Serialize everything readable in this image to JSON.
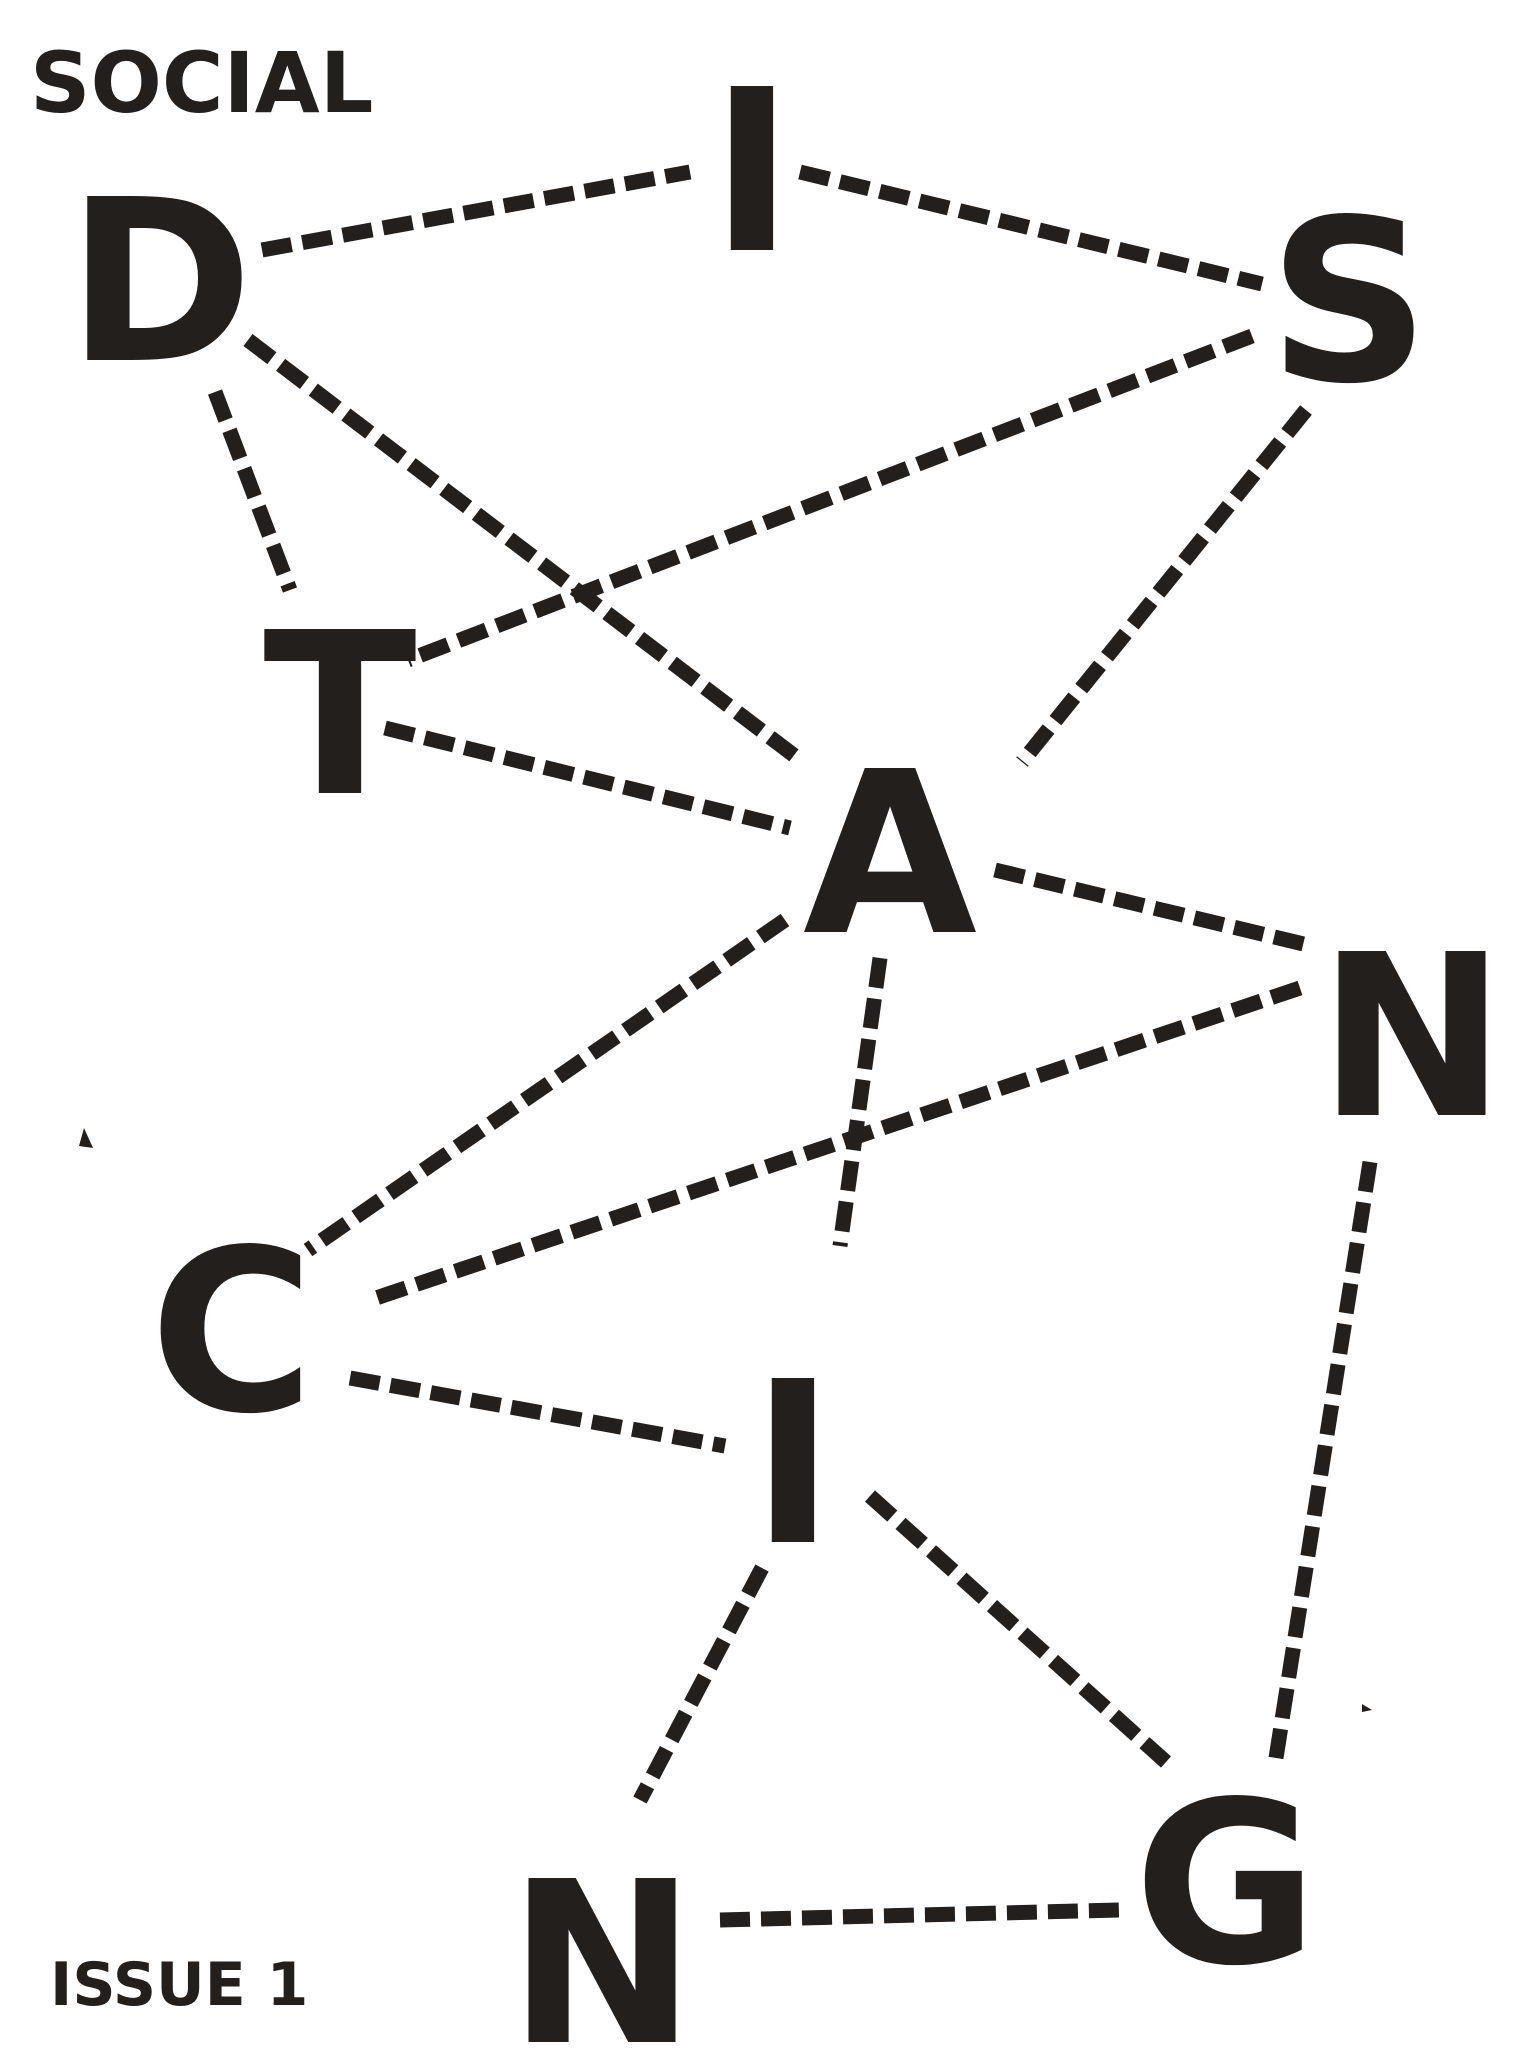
{
  "poster": {
    "header": "SOCIAL",
    "footer": "ISSUE 1",
    "ink_color": "#231f1c",
    "background_color": "#ffffff",
    "letters": [
      "D",
      "I",
      "S",
      "T",
      "A",
      "N",
      "C",
      "I",
      "N",
      "G"
    ]
  }
}
